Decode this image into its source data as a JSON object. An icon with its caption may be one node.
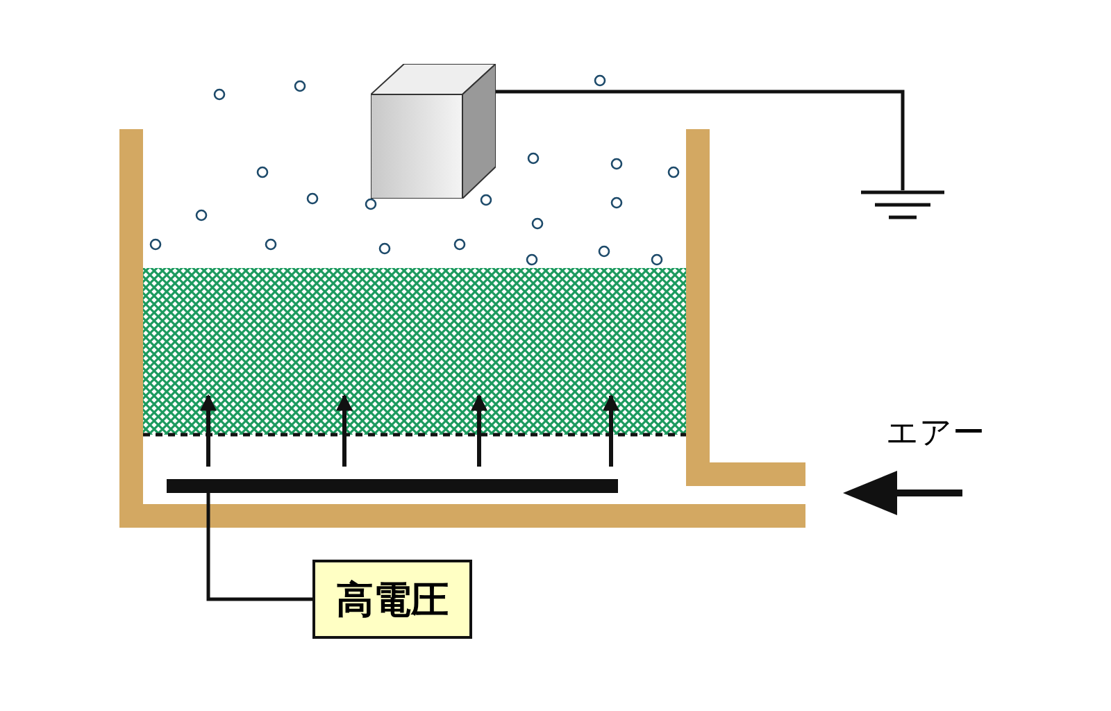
{
  "diagram": {
    "nodes": [
      {
        "text": [
          "高電圧"
        ]
      },
      {
        "text": [],
        "shape": "bar"
      },
      {
        "text": [],
        "shape": "box"
      },
      {
        "text": [],
        "shape": "picture"
      }
    ],
    "edges": [
      {
        "from": 0,
        "to": 1,
        "arrow": "none"
      },
      {
        "from": 2,
        "to": 3,
        "arrow": "none"
      }
    ],
    "labels": [
      "エアー"
    ]
  }
}
